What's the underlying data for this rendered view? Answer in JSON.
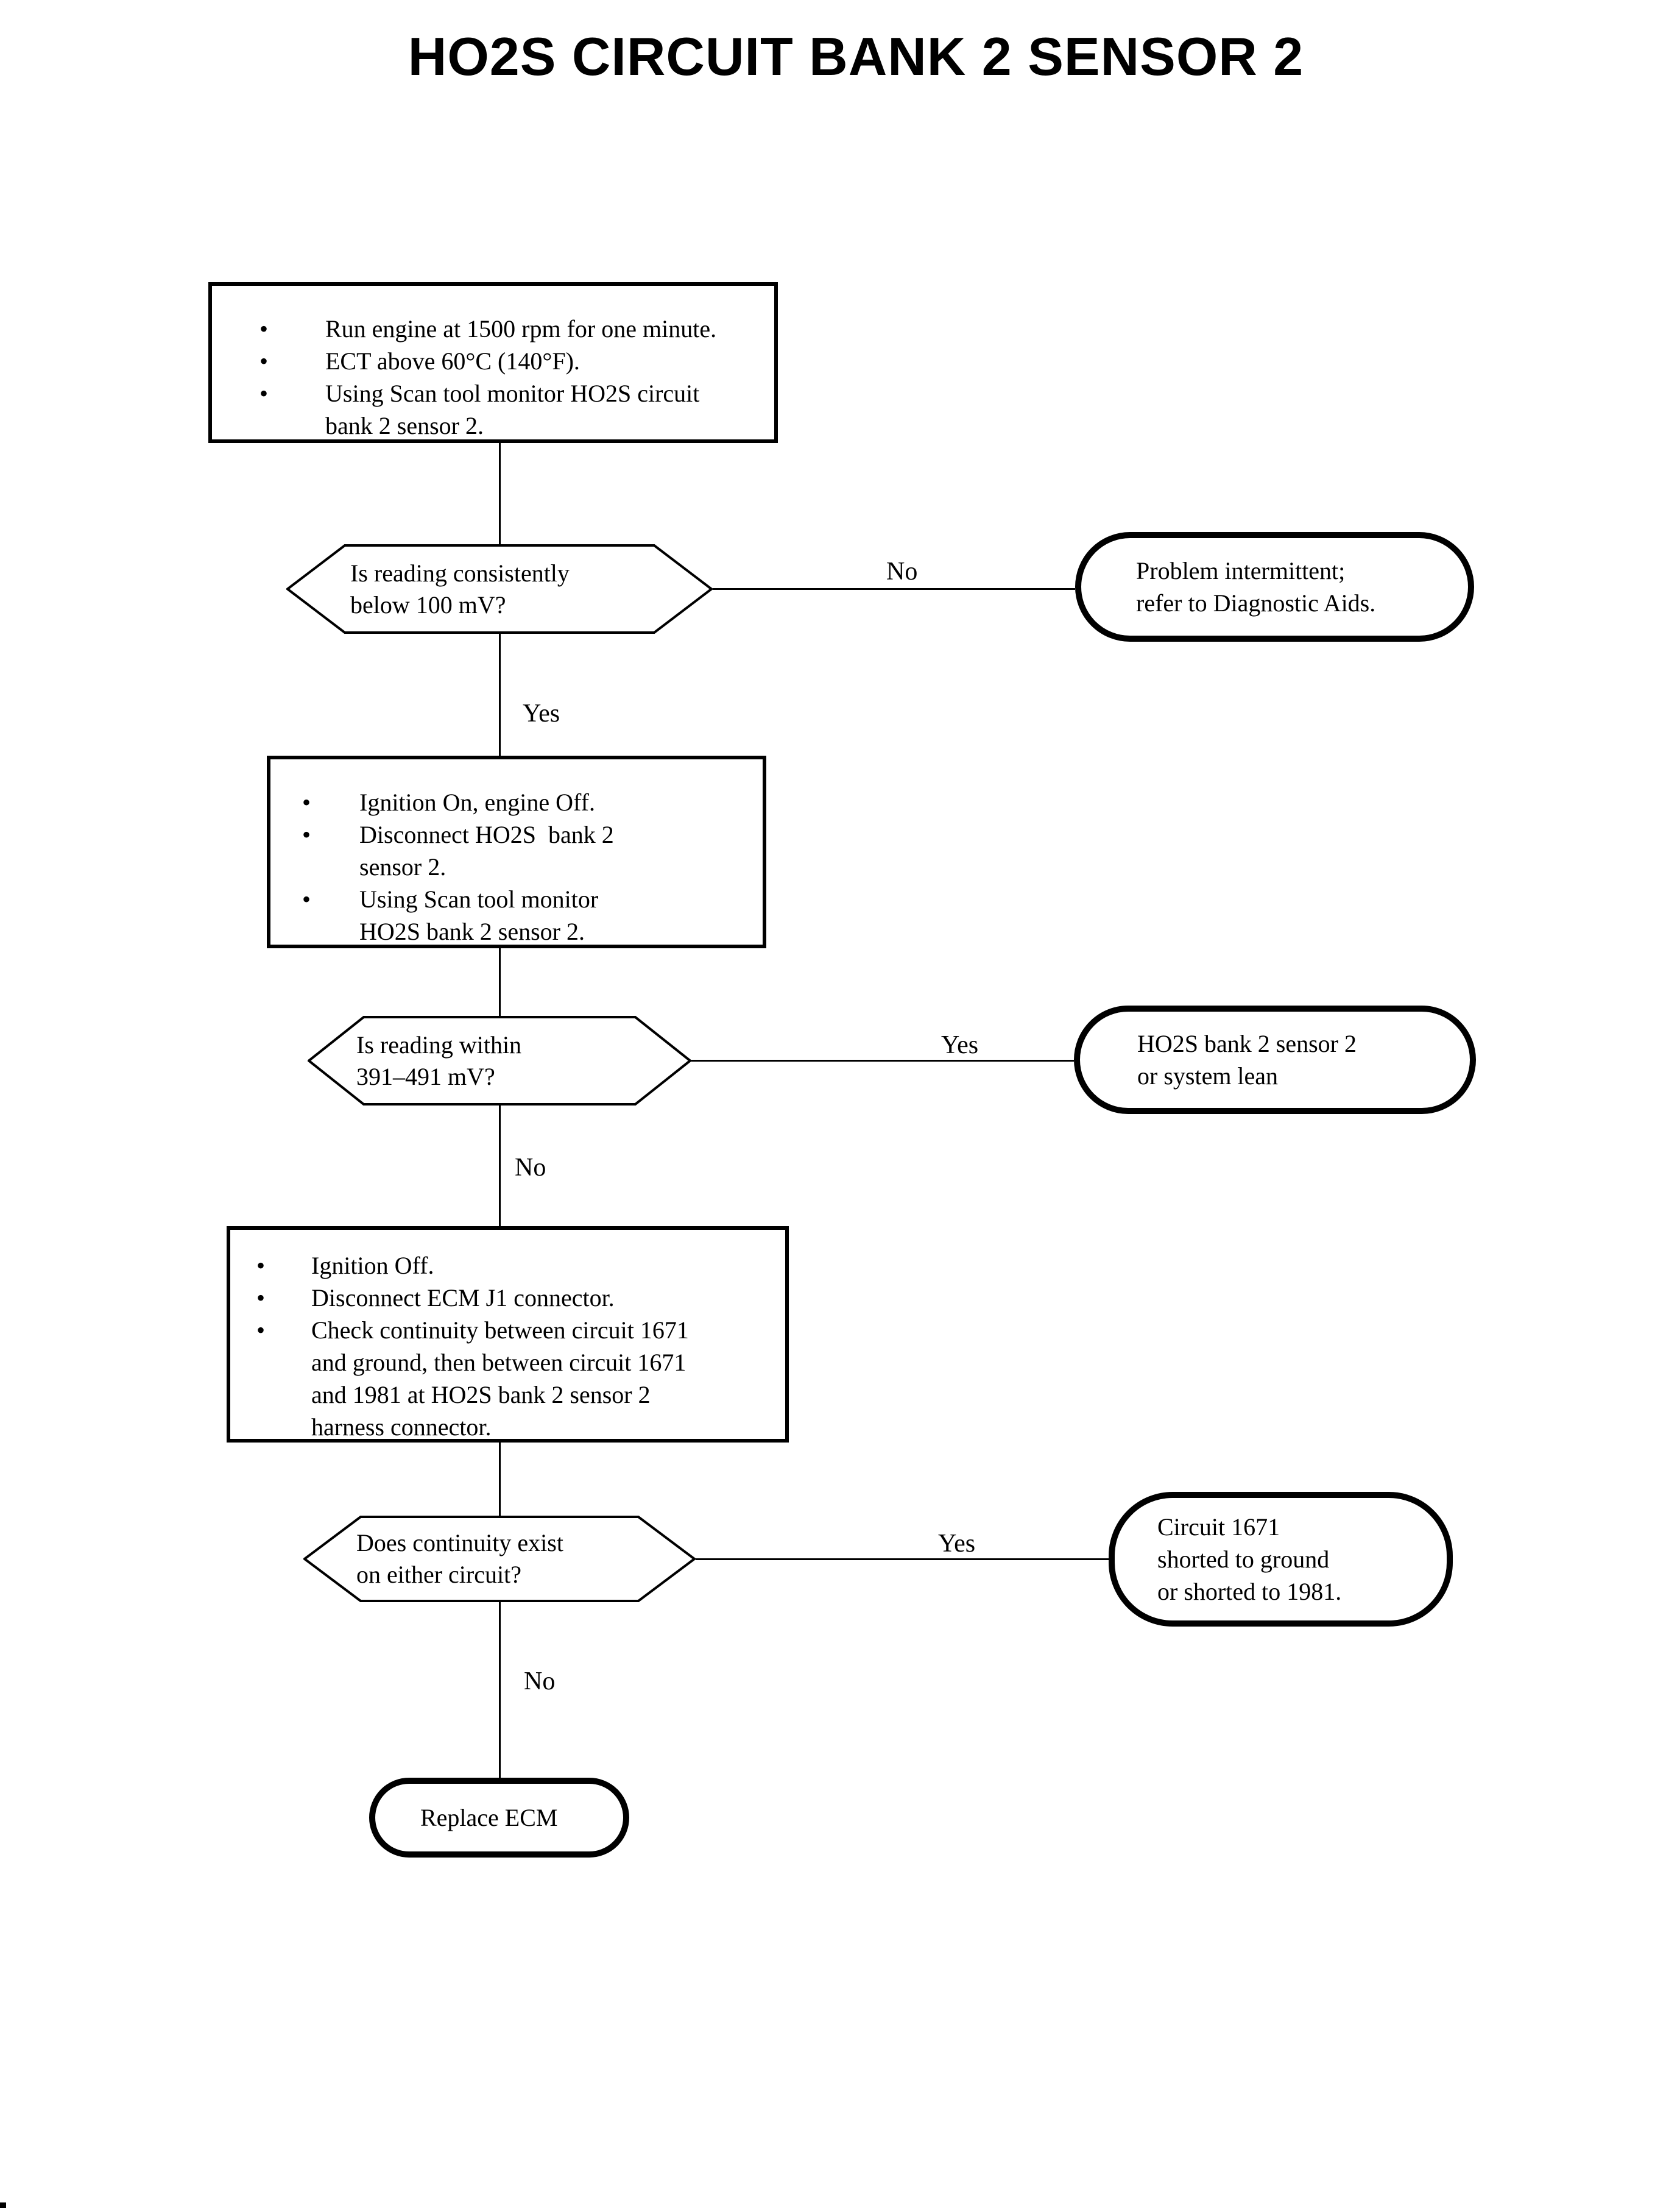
{
  "page": {
    "bullet_char": "•"
  },
  "title": "HO2S CIRCUIT BANK 2 SENSOR 2",
  "colors": {
    "ink": "#000000",
    "background": "#ffffff"
  },
  "flow": {
    "box1": {
      "lines": [
        {
          "bullet": true,
          "text": "Run engine at 1500 rpm for one minute."
        },
        {
          "bullet": true,
          "text": "ECT above 60°C (140°F)."
        },
        {
          "bullet": true,
          "text": "Using Scan tool monitor HO2S circuit"
        },
        {
          "bullet": false,
          "text": "bank 2 sensor 2."
        }
      ]
    },
    "decision1": {
      "lines": [
        "Is reading consistently",
        "below 100 mV?"
      ]
    },
    "terminal1": {
      "lines": [
        "Problem intermittent;",
        "refer to Diagnostic Aids."
      ]
    },
    "box2": {
      "lines": [
        {
          "bullet": true,
          "text": "Ignition On, engine Off."
        },
        {
          "bullet": true,
          "text": "Disconnect HO2S  bank 2"
        },
        {
          "bullet": false,
          "text": "sensor 2."
        },
        {
          "bullet": true,
          "text": "Using Scan tool monitor"
        },
        {
          "bullet": false,
          "text": "HO2S bank 2 sensor 2."
        }
      ]
    },
    "decision2": {
      "lines": [
        "Is reading within",
        "391–491 mV?"
      ]
    },
    "terminal2": {
      "lines": [
        "HO2S bank 2 sensor 2",
        "or system lean"
      ]
    },
    "box3": {
      "lines": [
        {
          "bullet": true,
          "text": "Ignition Off."
        },
        {
          "bullet": true,
          "text": "Disconnect ECM J1 connector."
        },
        {
          "bullet": true,
          "text": "Check continuity between circuit 1671"
        },
        {
          "bullet": false,
          "text": "and ground, then between circuit 1671"
        },
        {
          "bullet": false,
          "text": "and 1981 at HO2S bank 2 sensor 2"
        },
        {
          "bullet": false,
          "text": "harness connector."
        }
      ]
    },
    "decision3": {
      "lines": [
        "Does continuity exist",
        "on either circuit?"
      ]
    },
    "terminal3": {
      "lines": [
        "Circuit 1671",
        "shorted to ground",
        "or shorted to 1981."
      ]
    },
    "terminal4": {
      "lines": [
        "Replace ECM"
      ]
    },
    "labels": {
      "no1": "No",
      "yes1": "Yes",
      "yes2": "Yes",
      "no2": "No",
      "yes3": "Yes",
      "no3": "No"
    }
  }
}
